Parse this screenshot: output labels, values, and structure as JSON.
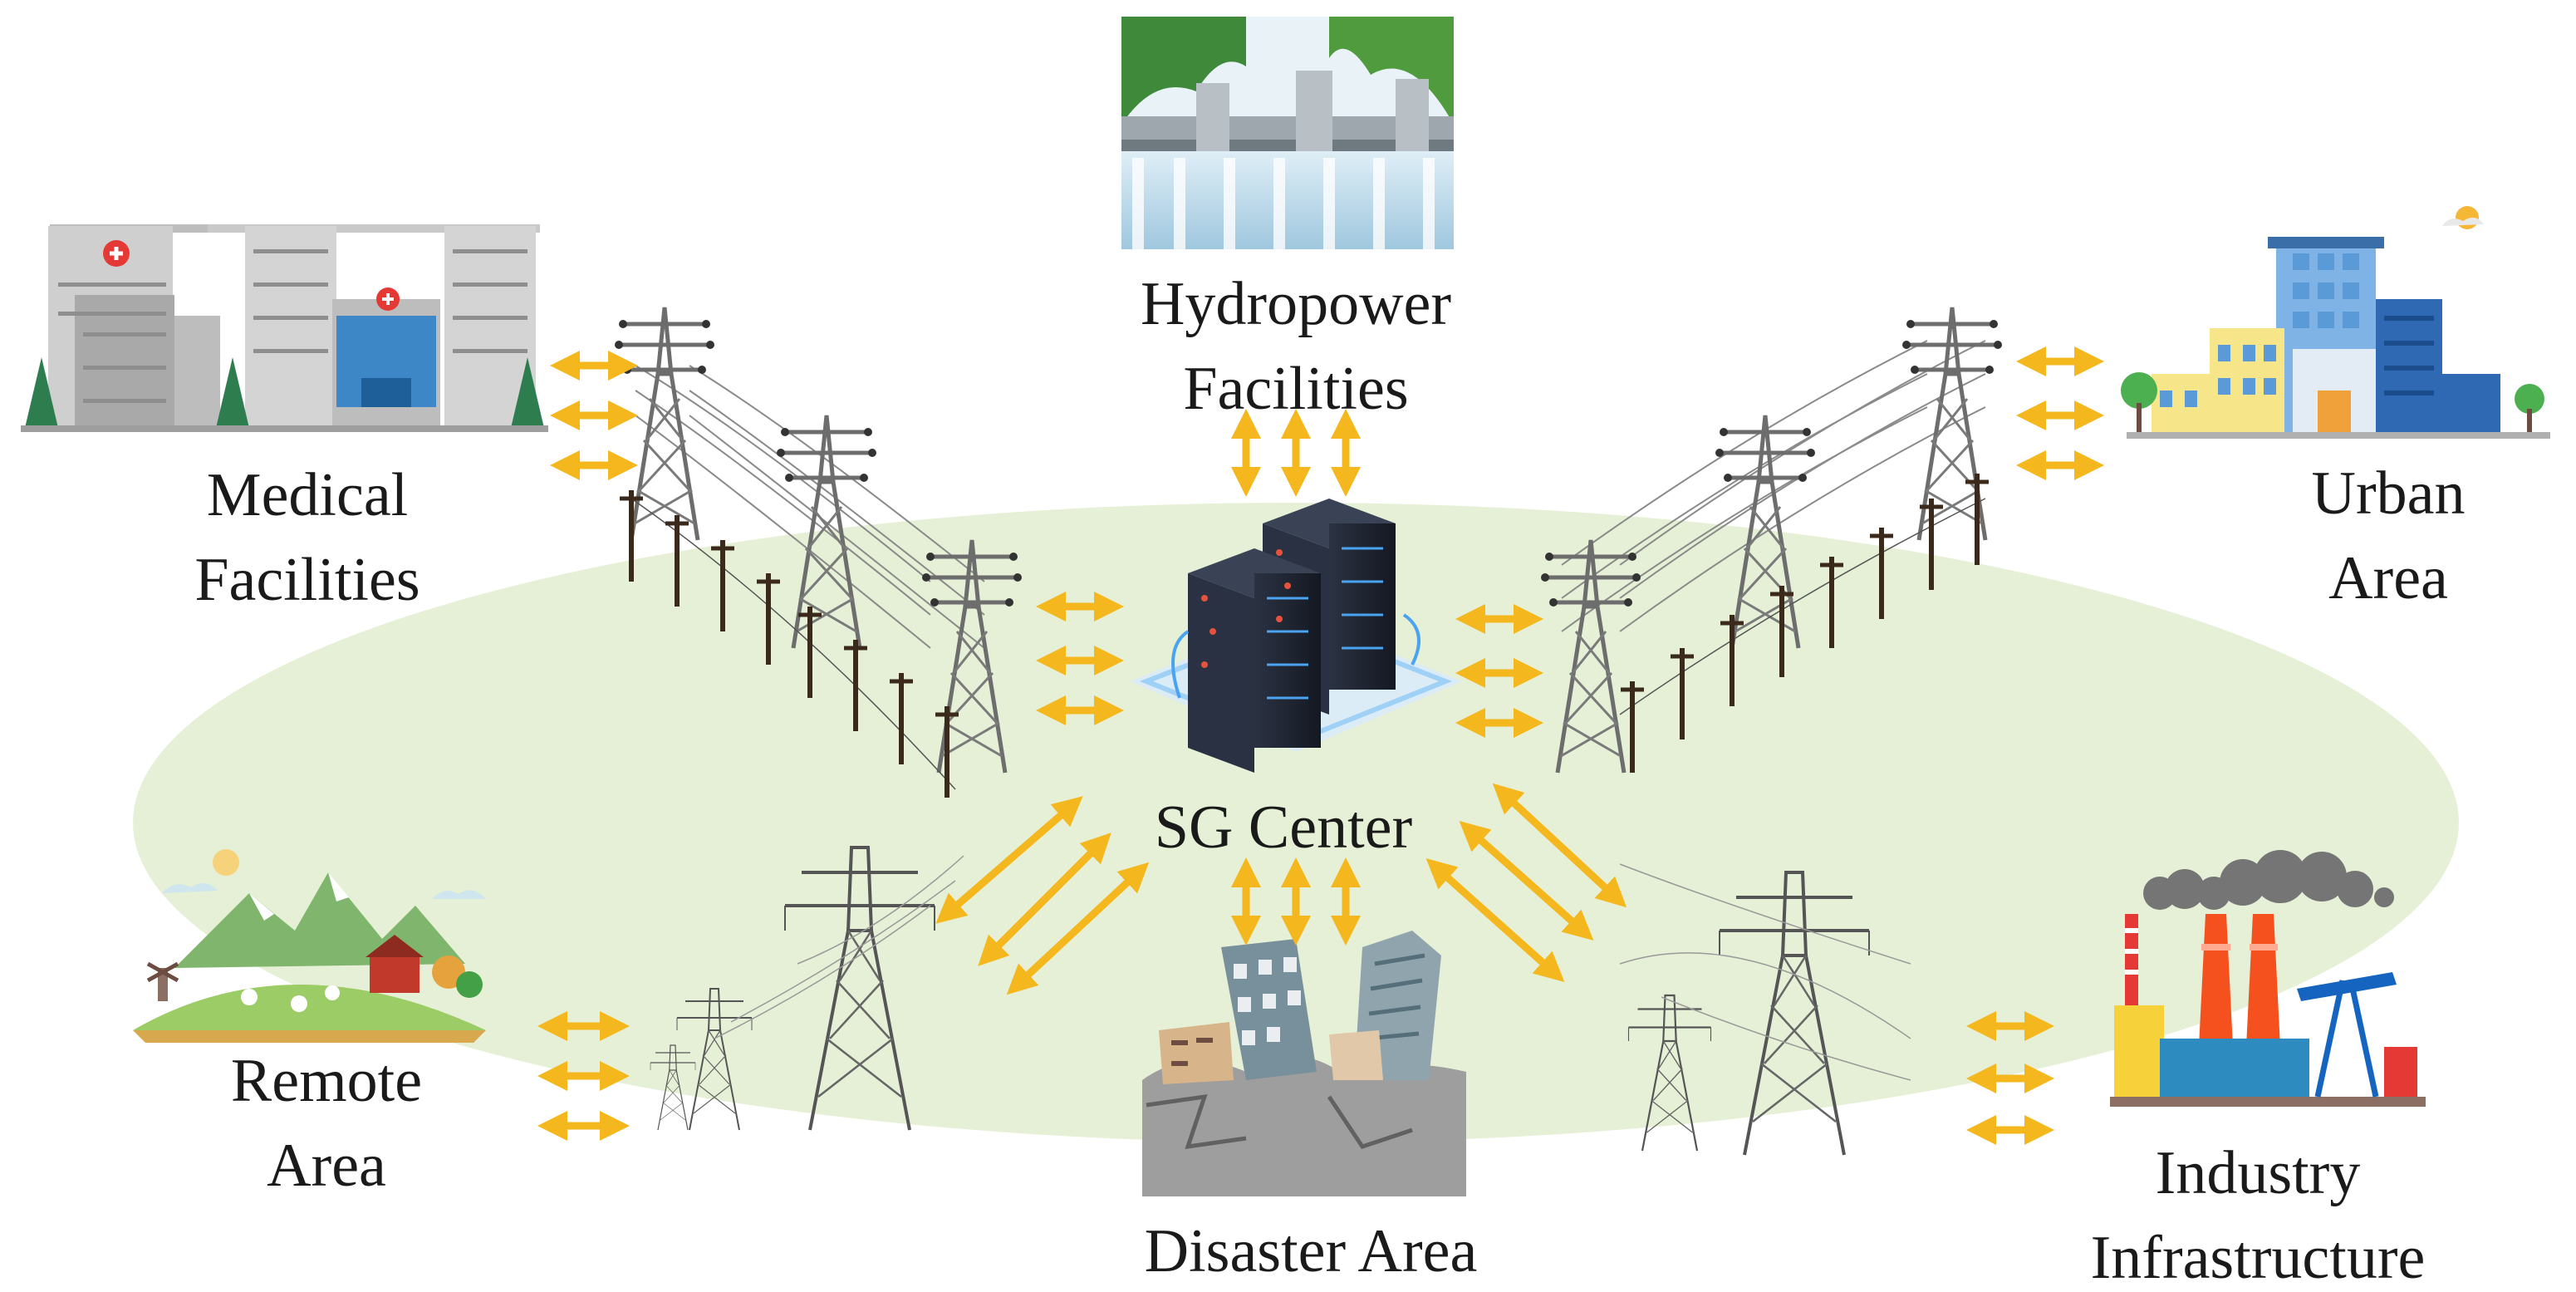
{
  "colors": {
    "arrow": "#f4b81e",
    "ellipse": "#e6f0d6",
    "tower": "#6d6d6d",
    "server": "#1e2330",
    "server_glow": "#4aa3f0"
  },
  "labels": {
    "hydropower": [
      "Hydropower",
      "Facilities"
    ],
    "medical": [
      "Medical",
      "Facilities"
    ],
    "urban": [
      "Urban",
      "Area"
    ],
    "center": "SG Center",
    "remote": [
      "Remote",
      "Area"
    ],
    "disaster": "Disaster Area",
    "industry": [
      "Industry",
      "Infrastructure"
    ]
  },
  "icons": [
    "hydropower-dam-icon",
    "hospital-buildings-icon",
    "city-buildings-icon",
    "server-racks-icon",
    "countryside-farm-icon",
    "collapsed-buildings-icon",
    "factory-smokestack-icon",
    "transmission-tower-icon",
    "utility-pole-icon"
  ]
}
